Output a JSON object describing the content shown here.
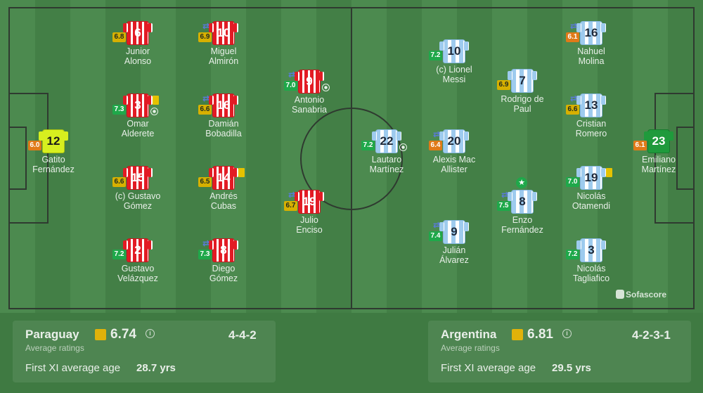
{
  "brand": "Sofascore",
  "home": {
    "team": "Paraguay",
    "avg_rating": "6.74",
    "avg_label": "Average ratings",
    "formation": "4-4-2",
    "age_label": "First XI average age",
    "age_value": "28.7 yrs",
    "accent": "#e0b20a"
  },
  "away": {
    "team": "Argentina",
    "avg_rating": "6.81",
    "avg_label": "Average ratings",
    "formation": "4-2-3-1",
    "age_label": "First XI average age",
    "age_value": "29.5 yrs",
    "accent": "#e0b20a"
  },
  "home_players": [
    {
      "number": "12",
      "rating": "6.0",
      "name": "Gatito\nFernández"
    },
    {
      "number": "6",
      "rating": "6.8",
      "name": "Junior\nAlonso"
    },
    {
      "number": "3",
      "rating": "7.3",
      "name": "Omar\nAlderete"
    },
    {
      "number": "15",
      "rating": "6.6",
      "name": "(c) Gustavo\nGómez"
    },
    {
      "number": "2",
      "rating": "7.2",
      "name": "Gustavo\nVelázquez"
    },
    {
      "number": "10",
      "rating": "6.9",
      "name": "Miguel\nAlmirón"
    },
    {
      "number": "16",
      "rating": "6.6",
      "name": "Damián\nBobadilla"
    },
    {
      "number": "14",
      "rating": "6.5",
      "name": "Andrés\nCubas"
    },
    {
      "number": "8",
      "rating": "7.3",
      "name": "Diego\nGómez"
    },
    {
      "number": "9",
      "rating": "7.0",
      "name": "Antonio\nSanabria"
    },
    {
      "number": "19",
      "rating": "6.7",
      "name": "Julio\nEnciso"
    }
  ],
  "away_players": [
    {
      "number": "23",
      "rating": "6.1",
      "name": "Emiliano\nMartínez"
    },
    {
      "number": "16",
      "rating": "6.1",
      "name": "Nahuel\nMolina"
    },
    {
      "number": "13",
      "rating": "6.6",
      "name": "Cristian\nRomero"
    },
    {
      "number": "19",
      "rating": "7.0",
      "name": "Nicolás\nOtamendi"
    },
    {
      "number": "3",
      "rating": "7.2",
      "name": "Nicolás\nTagliafico"
    },
    {
      "number": "7",
      "rating": "6.9",
      "name": "Rodrigo de\nPaul"
    },
    {
      "number": "8",
      "rating": "7.5",
      "name": "Enzo\nFernández"
    },
    {
      "number": "10",
      "rating": "7.2",
      "name": "(c) Lionel\nMessi"
    },
    {
      "number": "20",
      "rating": "6.4",
      "name": "Alexis Mac\nAllister"
    },
    {
      "number": "9",
      "rating": "7.4",
      "name": "Julián\nÁlvarez"
    },
    {
      "number": "22",
      "rating": "7.2",
      "name": "Lautaro\nMartínez"
    }
  ]
}
